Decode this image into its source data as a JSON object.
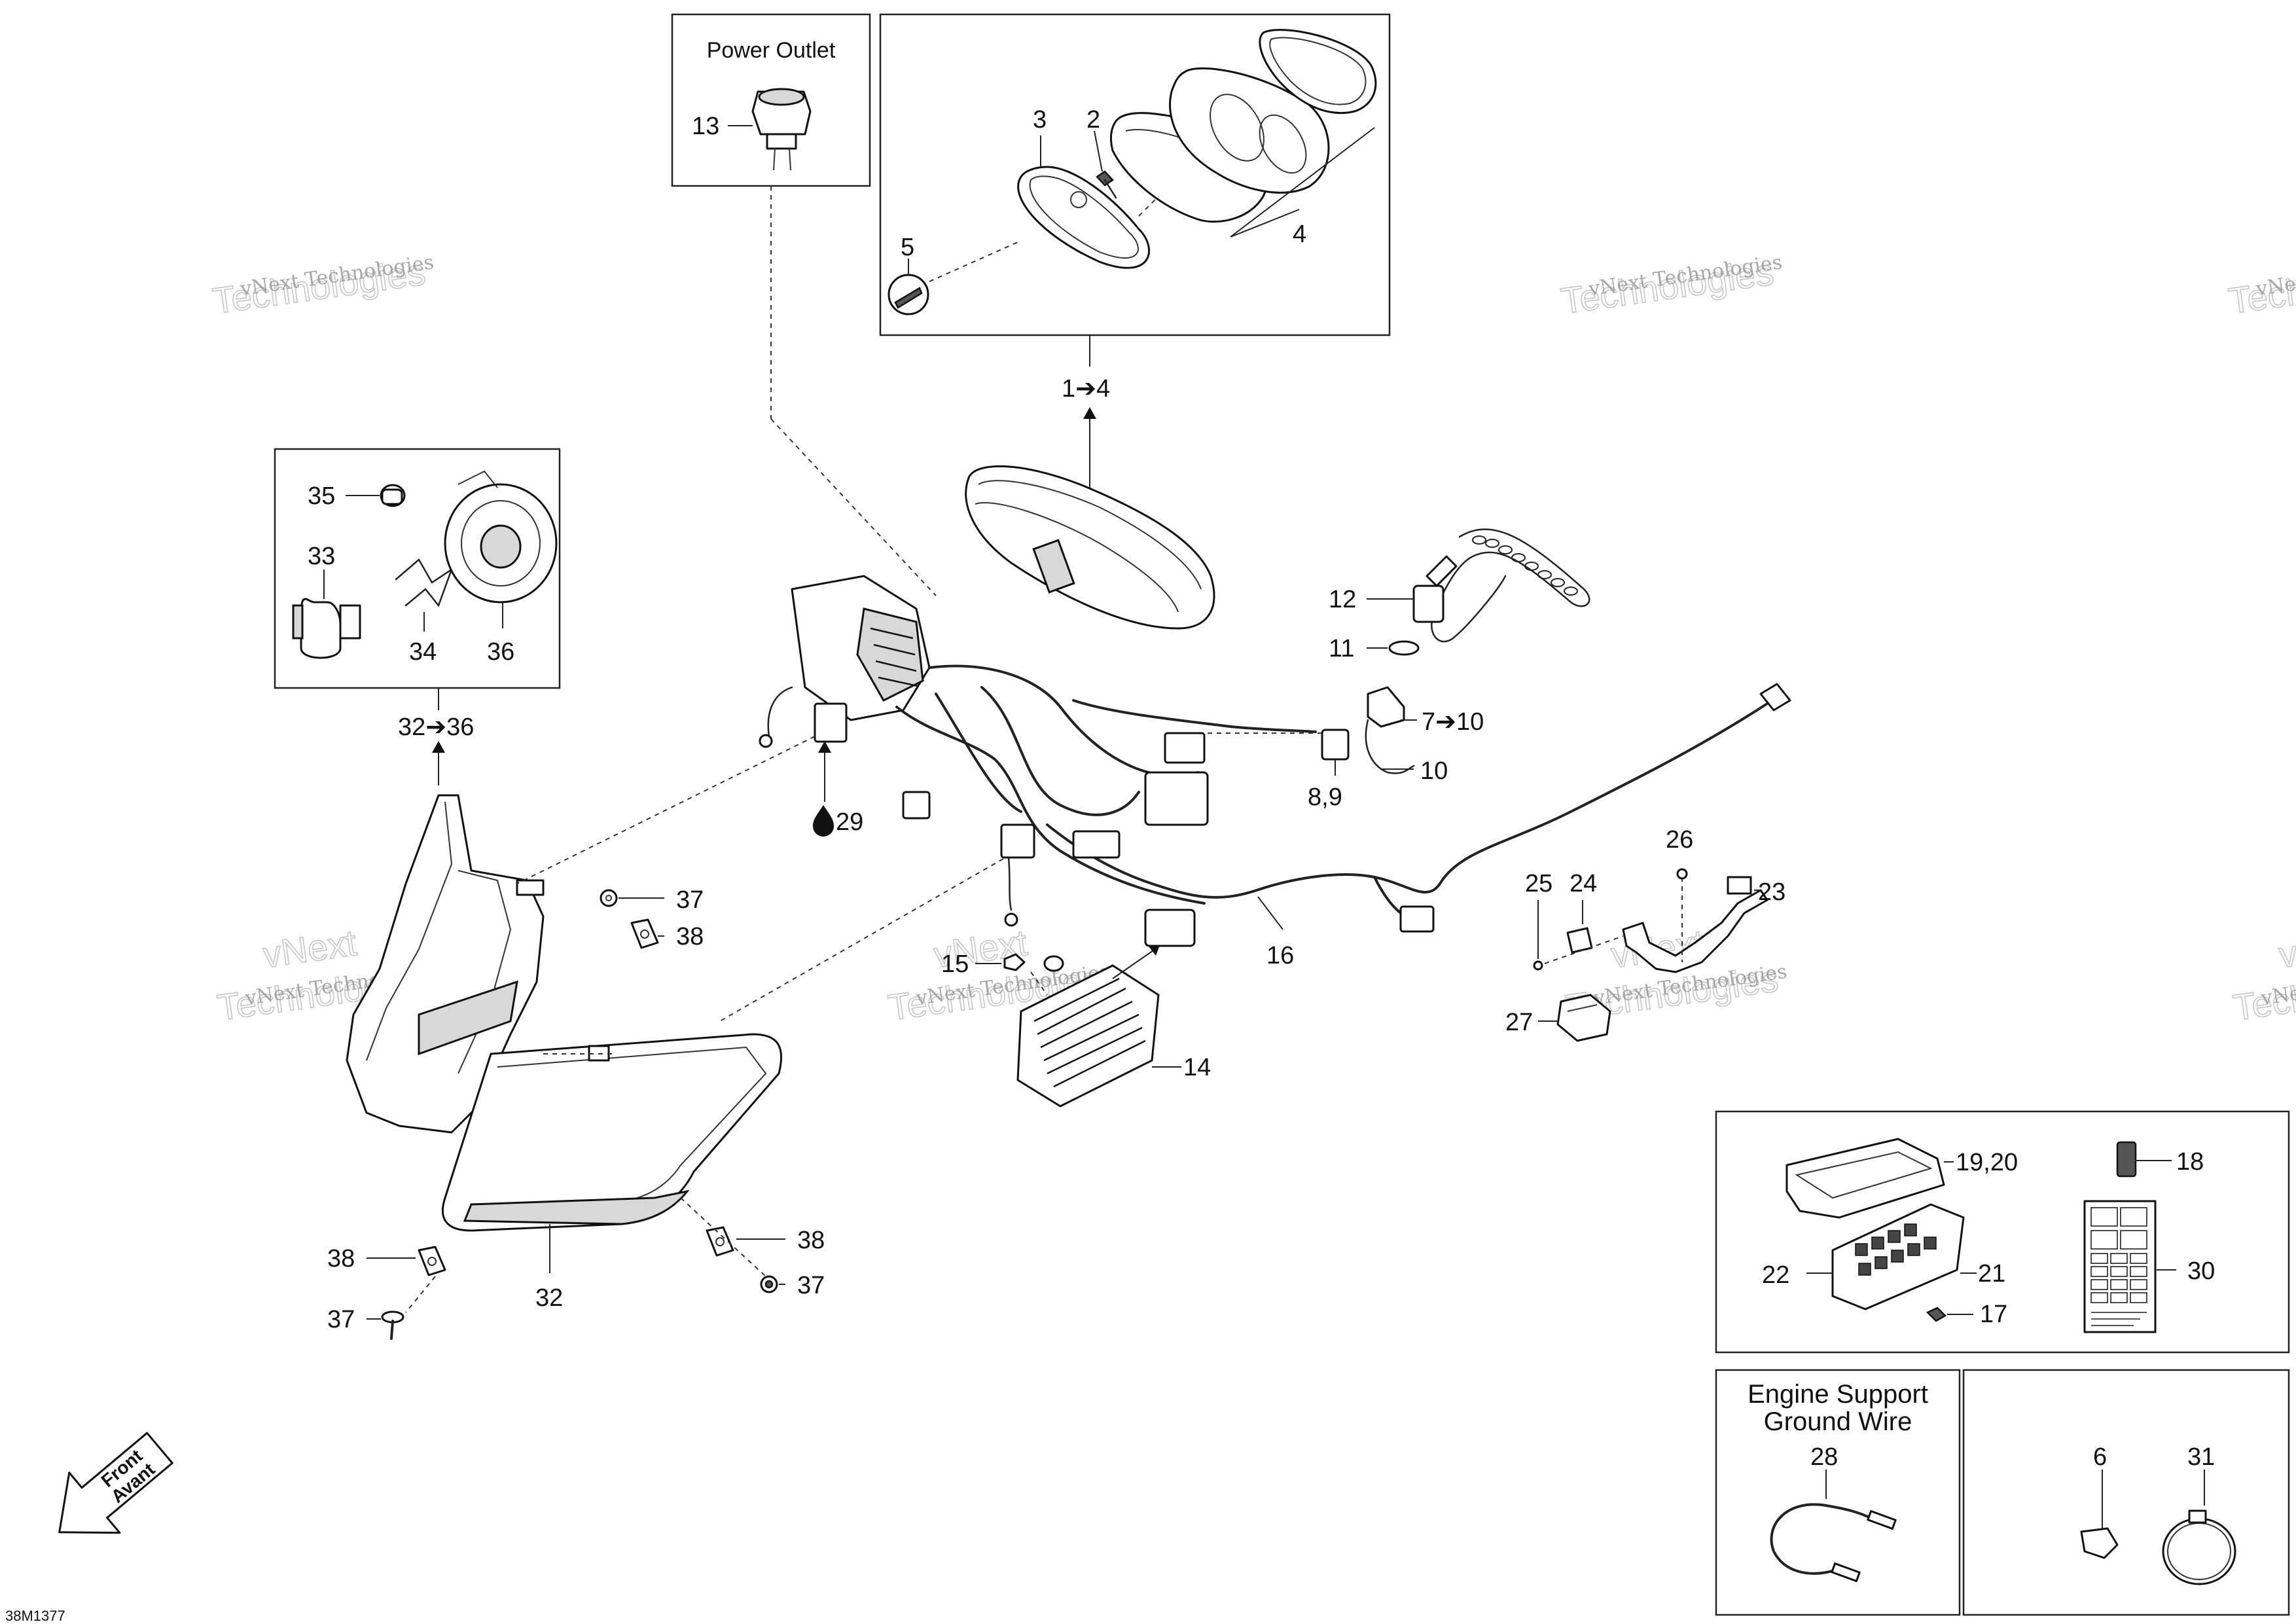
{
  "drawing_ref": "38M1377",
  "watermark": {
    "line1": "vNext Technologies",
    "line2": "Technologies",
    "line3": "vNext"
  },
  "boxes": {
    "power_outlet_title": "Power Outlet",
    "engine_support_title_1": "Engine Support",
    "engine_support_title_2": "Ground Wire"
  },
  "front_arrow": {
    "line1": "Front",
    "line2": "Avant"
  },
  "callouts": {
    "c1": "1➔4",
    "c2": "2",
    "c3": "3",
    "c4": "4",
    "c5": "5",
    "c6": "6",
    "c7": "7➔10",
    "c8": "8,9",
    "c10": "10",
    "c11": "11",
    "c12": "12",
    "c13": "13",
    "c14": "14",
    "c15": "15",
    "c16": "16",
    "c17": "17",
    "c18": "18",
    "c19": "19,20",
    "c21": "21",
    "c22": "22",
    "c23": "23",
    "c24": "24",
    "c25": "25",
    "c26": "26",
    "c27": "27",
    "c28": "28",
    "c29": "29",
    "c30": "30",
    "c31": "31",
    "c32": "32",
    "c32range": "32➔36",
    "c33": "33",
    "c34": "34",
    "c35": "35",
    "c36": "36",
    "c37a": "37",
    "c37b": "37",
    "c37c": "37",
    "c38a": "38",
    "c38b": "38",
    "c38c": "38"
  },
  "icons": {
    "lubricant": "oil-drop-icon",
    "range_arrow": "right-arrow-icon"
  }
}
